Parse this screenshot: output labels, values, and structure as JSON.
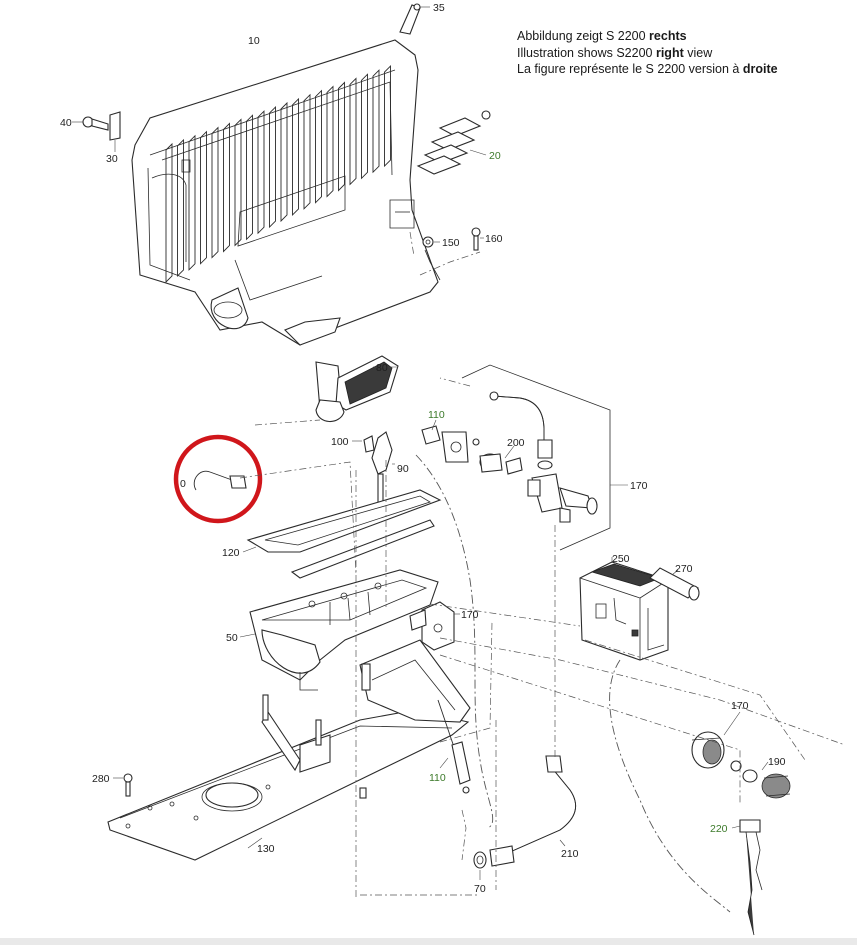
{
  "caption": {
    "line1_text": "Abbildung zeigt S 2200 ",
    "line1_bold": "rechts",
    "line2_text": "Illustration shows S2200 ",
    "line2_bold": "right",
    "line2_tail": " view",
    "line3_text": "La figure représente le S 2200 version à ",
    "line3_bold": "droite"
  },
  "labels": {
    "p10": "10",
    "p20": "20",
    "p30": "30",
    "p35": "35",
    "p40": "40",
    "p50": "50",
    "p70": "70",
    "p80": "80",
    "p90": "90",
    "p100": "100",
    "p110_top": "110",
    "p110_bottom": "110",
    "p120": "120",
    "p130": "130",
    "p150": "150",
    "p160": "160",
    "p170_right": "170",
    "p170_mid": "170",
    "p170_bottom": "170",
    "p190": "190",
    "p200": "200",
    "p210": "210",
    "p220": "220",
    "p250": "250",
    "p270": "270",
    "p280": "280",
    "p0": "0"
  },
  "colors": {
    "green_label": "#3c7a2a",
    "highlight": "#d0161b"
  }
}
